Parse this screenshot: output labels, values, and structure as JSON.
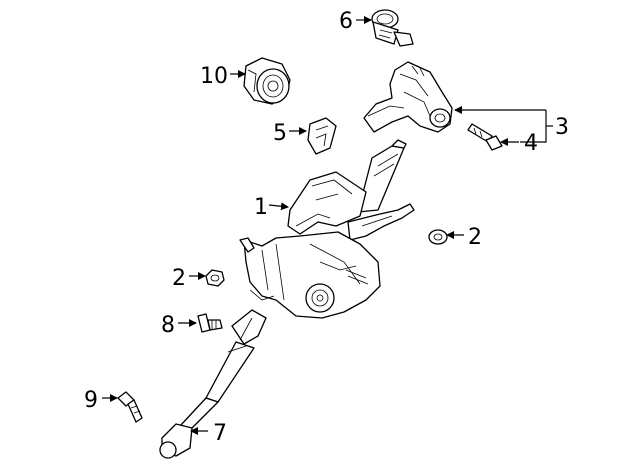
{
  "callouts": {
    "c1": "1",
    "c2a": "2",
    "c2b": "2",
    "c3": "3",
    "c4": "4",
    "c5": "5",
    "c6": "6",
    "c7": "7",
    "c8": "8",
    "c9": "9",
    "c10": "10"
  }
}
